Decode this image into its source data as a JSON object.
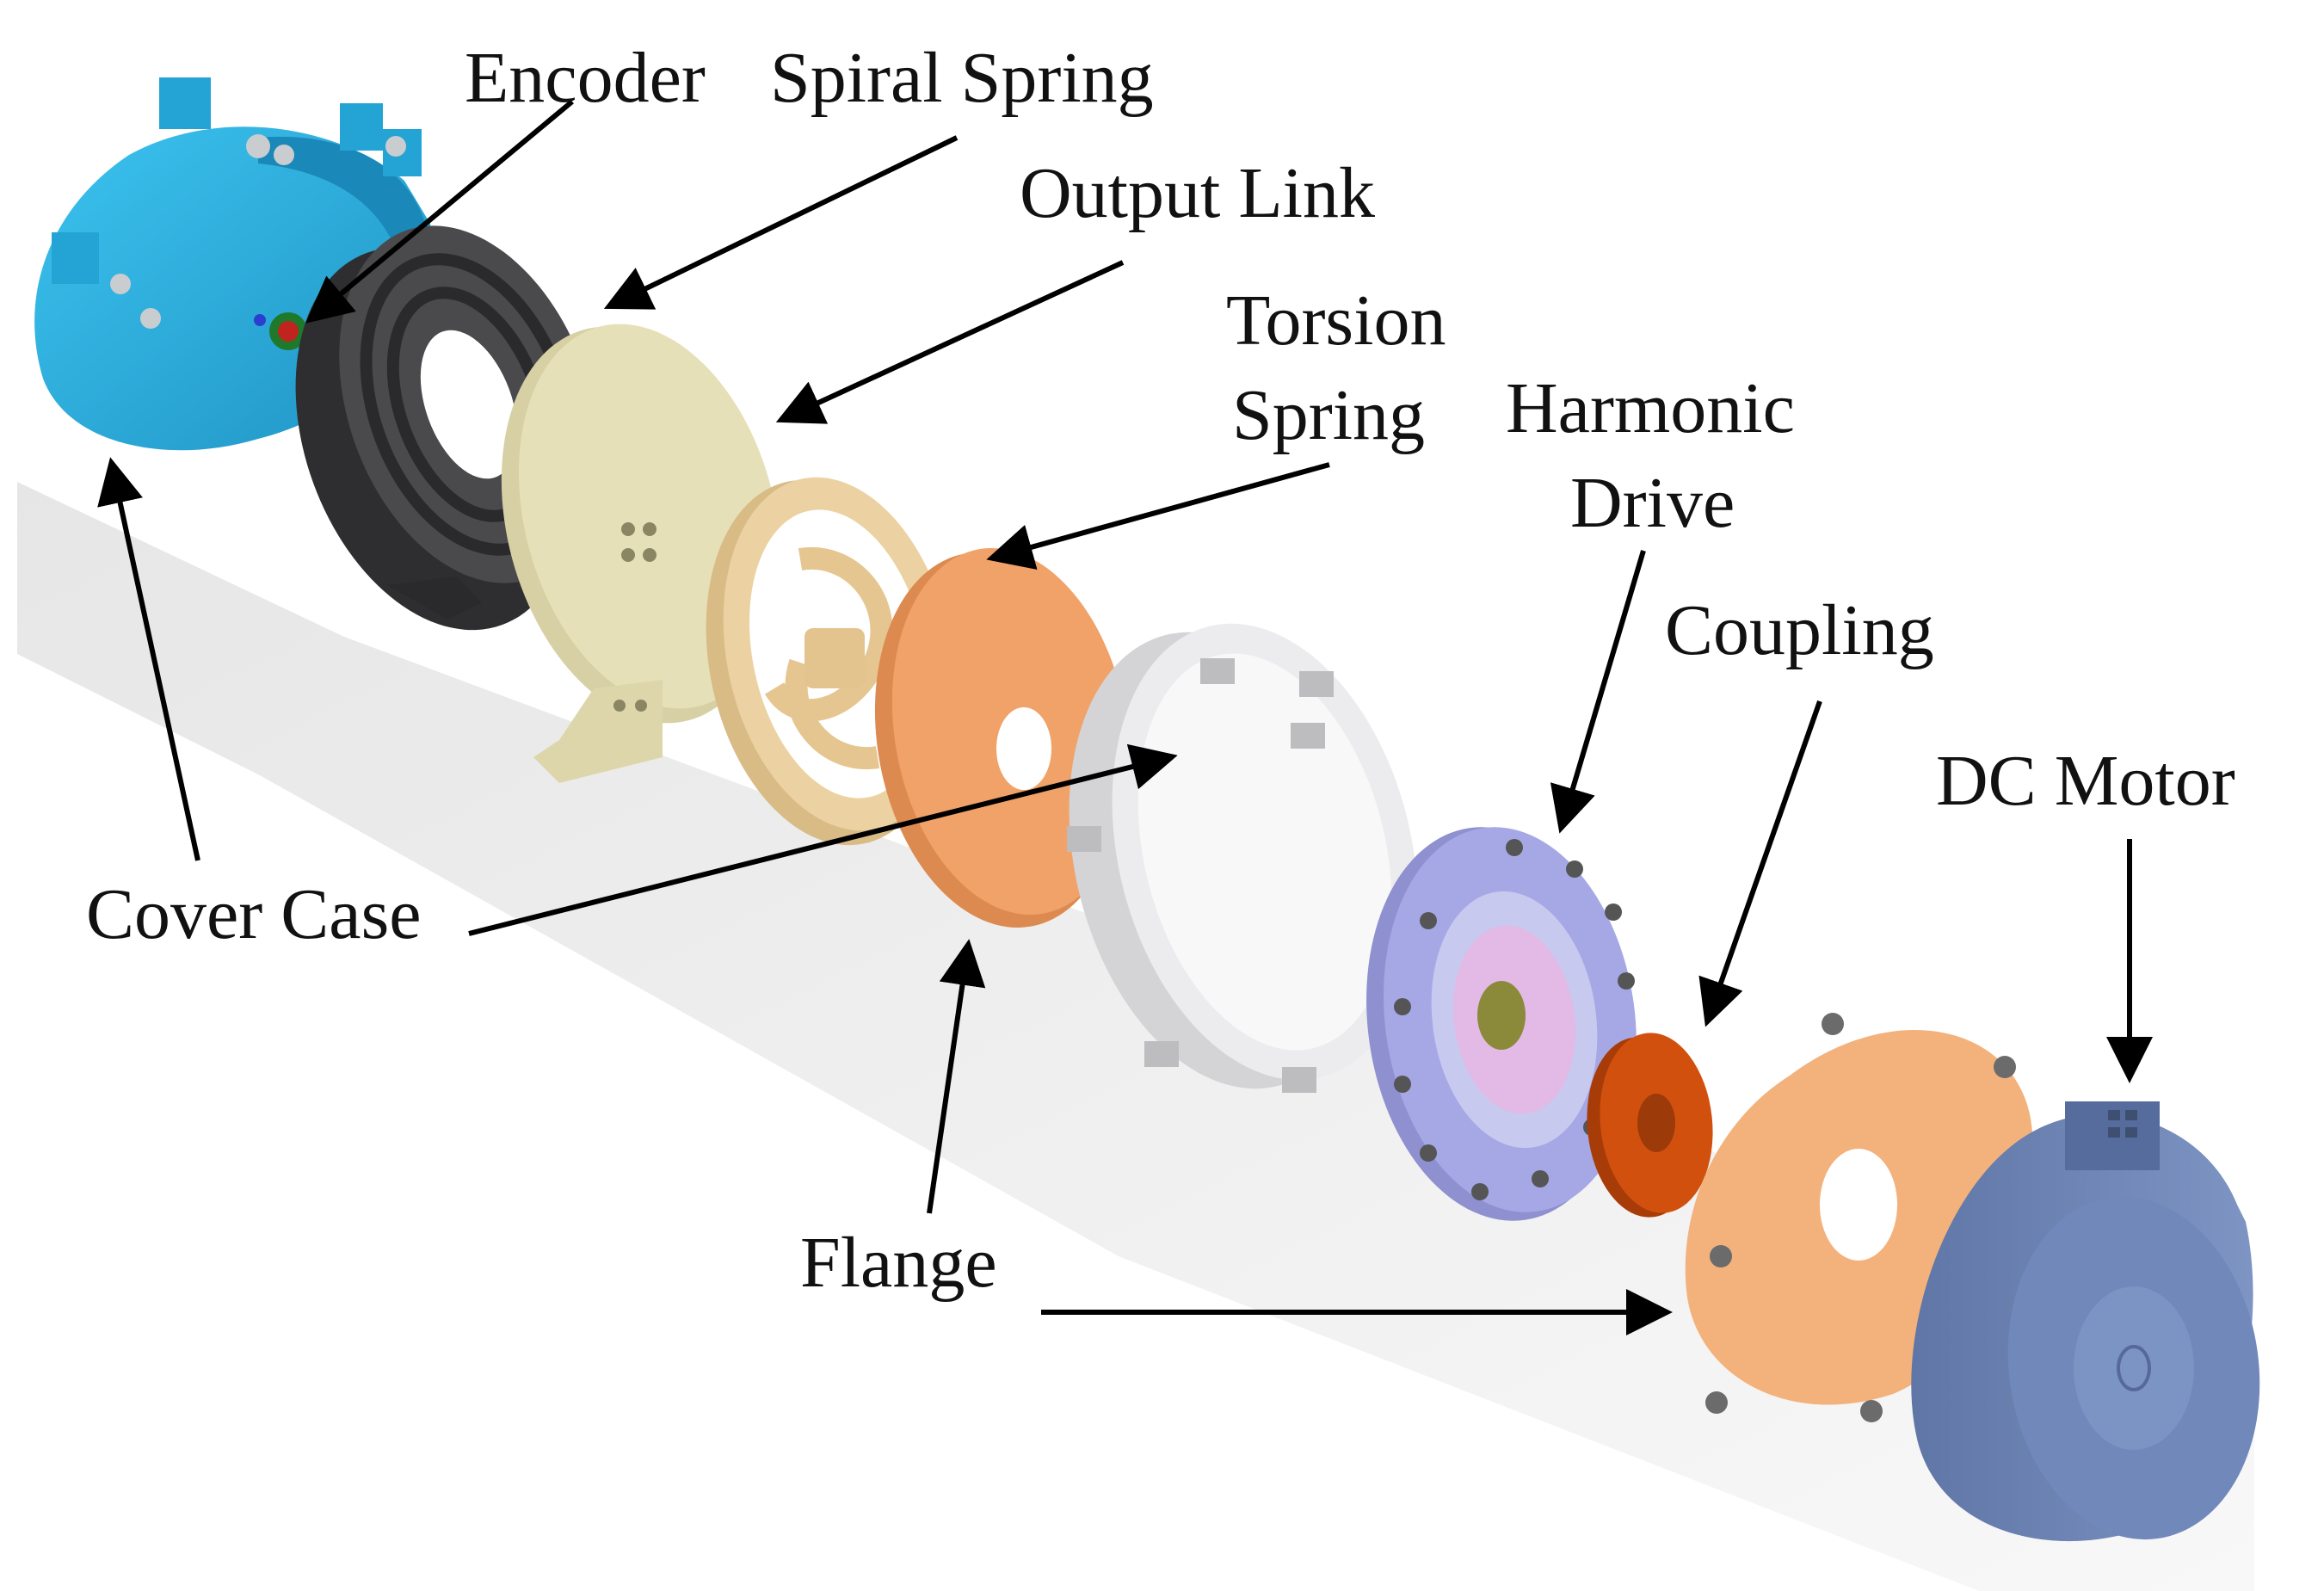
{
  "labels": {
    "encoder": "Encoder",
    "spiral_spring": "Spiral Spring",
    "output_link": "Output Link",
    "torsion_spring_1": "Torsion",
    "torsion_spring_2": "Spring",
    "harmonic_drive_1": "Harmonic",
    "harmonic_drive_2": "Drive",
    "coupling": "Coupling",
    "dc_motor": "DC Motor",
    "cover_case": "Cover Case",
    "flange": "Flange"
  },
  "colors": {
    "cover_case_part": "#29abd8",
    "spiral_spring_part": "#3d3d3f",
    "output_link_part": "#e6e0b8",
    "torsion_spring_part": "#ecd2a2",
    "flange_part": "#f0a268",
    "cover_ring_part": "#e8e8ea",
    "harmonic_drive_part": "#a6a8e6",
    "coupling_part": "#d2500e",
    "motor_flange_part": "#f3b27c",
    "dc_motor_part": "#6f86b6",
    "arrow": "#000000"
  }
}
